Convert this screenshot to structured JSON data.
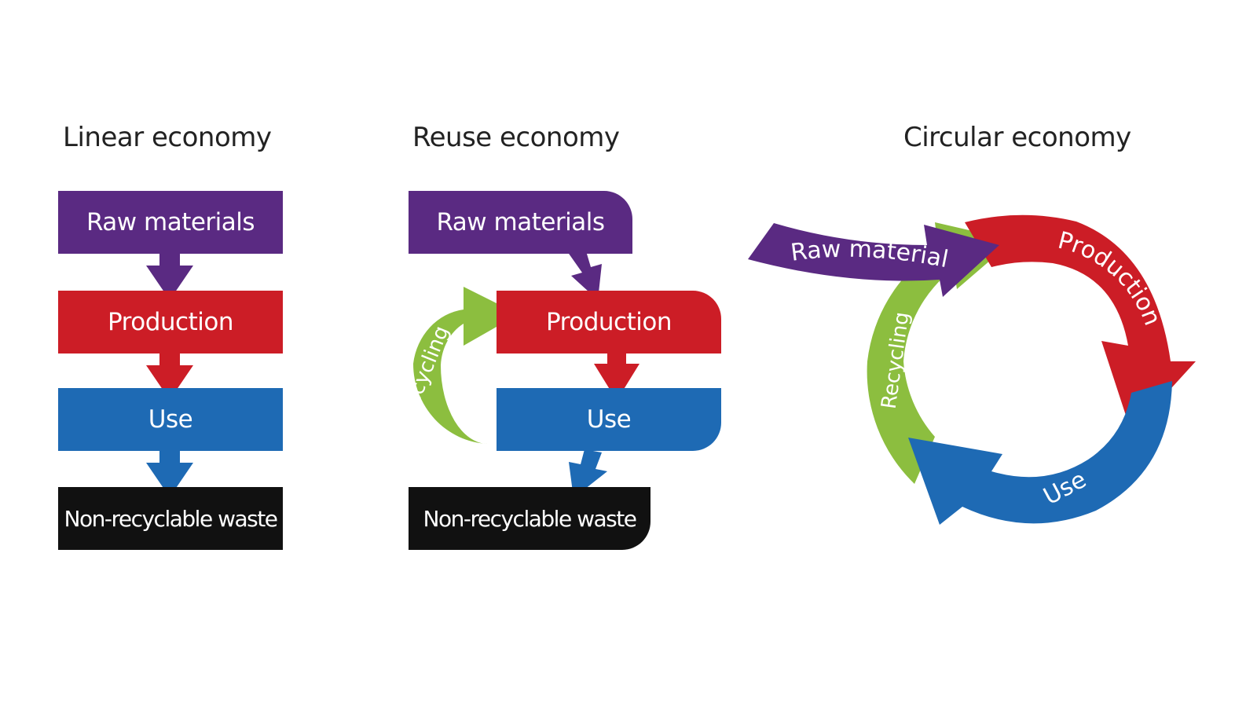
{
  "colors": {
    "raw_materials": "#5a2a82",
    "production": "#cc1d26",
    "use": "#1e6ab4",
    "waste": "#111111",
    "recycling": "#8cbe3f",
    "title_text": "#222222",
    "label_text": "#ffffff"
  },
  "linear": {
    "title": "Linear economy",
    "steps": {
      "raw_materials": "Raw materials",
      "production": "Production",
      "use": "Use",
      "waste": "Non-recyclable waste"
    }
  },
  "reuse": {
    "title": "Reuse economy",
    "steps": {
      "raw_materials": "Raw materials",
      "production": "Production",
      "use": "Use",
      "waste": "Non-recyclable waste",
      "recycling": "Recycling"
    }
  },
  "circular": {
    "title": "Circular economy",
    "steps": {
      "raw_materials": "Raw materials",
      "production": "Production",
      "use": "Use",
      "recycling": "Recycling"
    }
  }
}
